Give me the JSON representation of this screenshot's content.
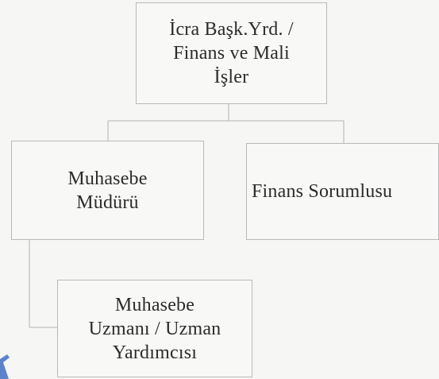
{
  "org_chart": {
    "nodes": [
      {
        "id": "exec",
        "label": "İcra Başk.Yrd. /\nFinans ve Mali\nİşler"
      },
      {
        "id": "mgr",
        "label": "Muhasebe\nMüdürü",
        "reports_to": "exec"
      },
      {
        "id": "fin",
        "label": "Finans Sorumlusu",
        "reports_to": "exec"
      },
      {
        "id": "spec",
        "label": "Muhasebe\nUzmanı / Uzman\nYardımcısı",
        "reports_to": "mgr"
      }
    ]
  },
  "colors": {
    "background": "#f6f6f4",
    "box_border": "#b9b9b9",
    "connector": "#b3b3b3",
    "text": "#2b2b2b",
    "corner_mark": "#3f6fc4"
  }
}
